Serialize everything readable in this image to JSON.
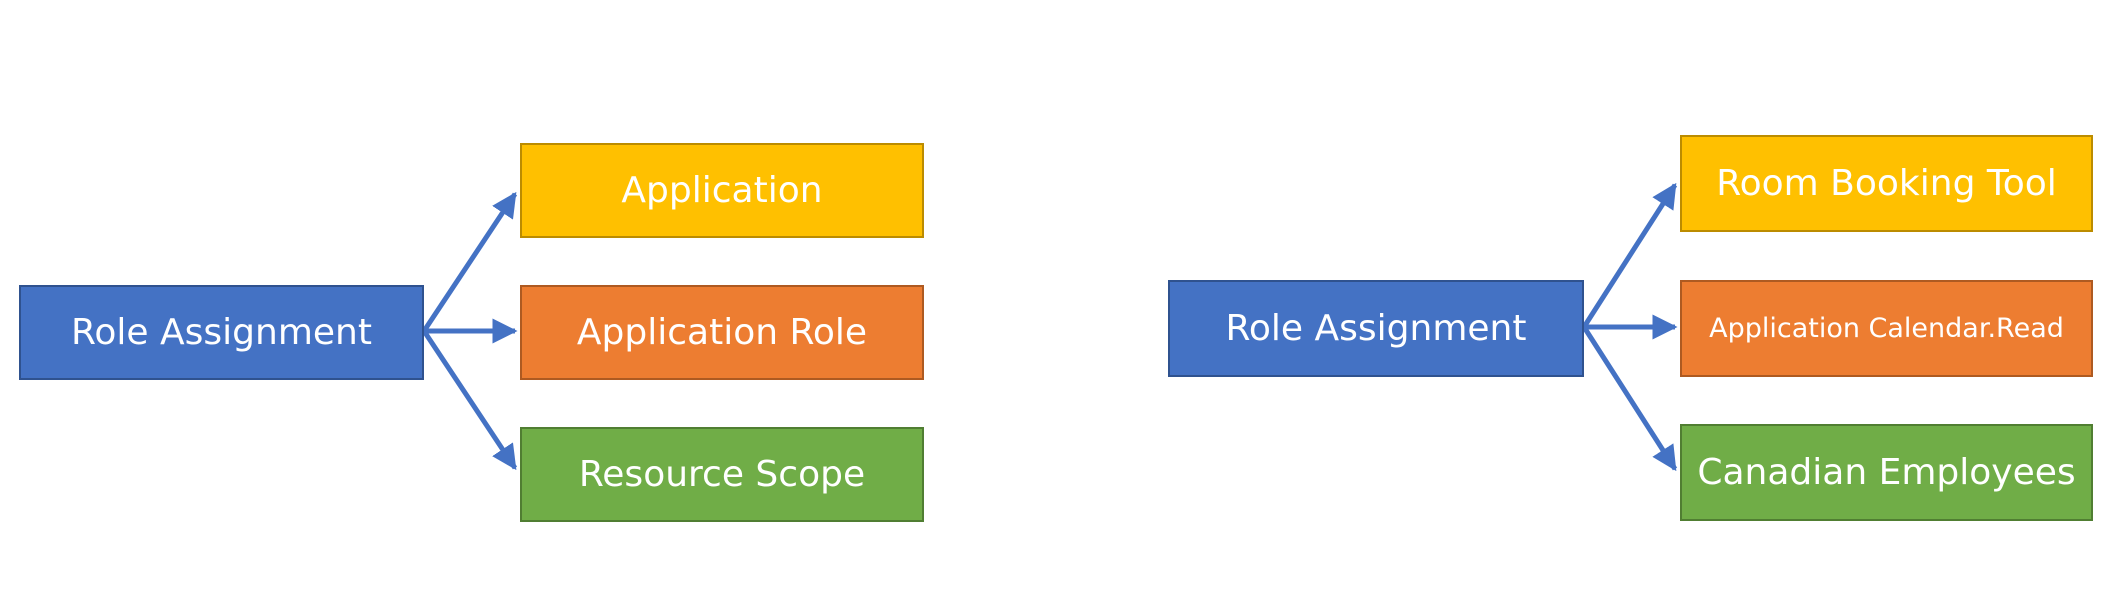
{
  "left_diagram": {
    "source": "Role Assignment",
    "targets": [
      "Application",
      "Application Role",
      "Resource Scope"
    ]
  },
  "right_diagram": {
    "source": "Role Assignment",
    "targets": [
      "Room Booking Tool",
      "Application Calendar.Read",
      "Canadian Employees"
    ]
  },
  "colors": {
    "source": "#4472c4",
    "target_1": "#ffc000",
    "target_2": "#ed7d31",
    "target_3": "#70ad47",
    "arrow": "#4472c4"
  }
}
